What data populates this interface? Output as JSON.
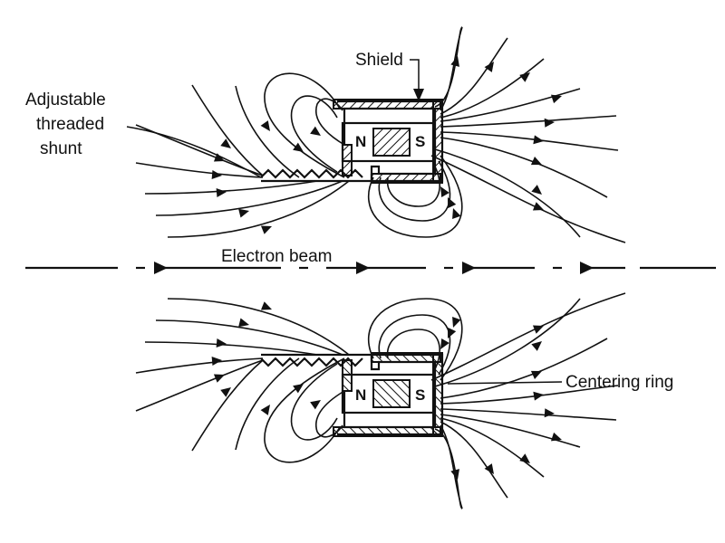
{
  "labels": {
    "shunt": [
      "Adjustable",
      "threaded",
      "shunt"
    ],
    "shield": "Shield",
    "beam": "Electron beam",
    "centering_ring": "Centering ring",
    "north_pole": "N",
    "south_pole": "S"
  }
}
